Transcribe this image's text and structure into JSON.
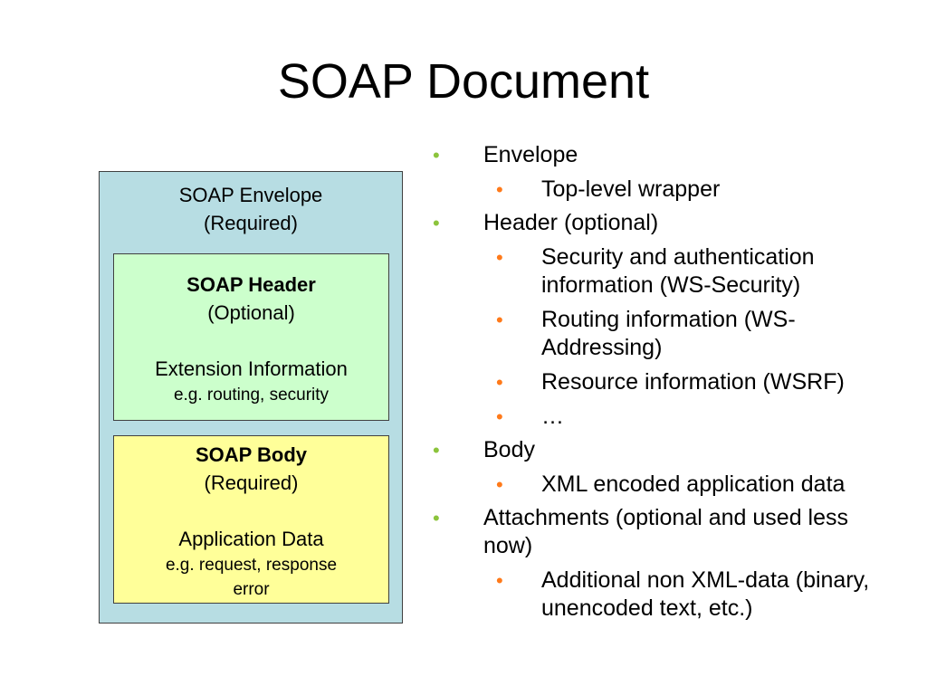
{
  "title": "SOAP Document",
  "colors": {
    "envelope_fill": "#b7dde3",
    "header_fill": "#ccffcc",
    "body_fill": "#ffff99",
    "level1_bullet": "#8cc43c",
    "level2_bullet": "#ff7a1a"
  },
  "diagram": {
    "envelope": {
      "line1": "SOAP Envelope",
      "line2": "(Required)"
    },
    "header": {
      "title": "SOAP Header",
      "subtitle": "(Optional)",
      "line3": "Extension Information",
      "line4": "e.g. routing, security"
    },
    "body": {
      "title": "SOAP Body",
      "subtitle": "(Required)",
      "line3": "Application Data",
      "line4": "e.g. request, response",
      "line5": "error"
    }
  },
  "bullets": {
    "b0": "Envelope",
    "b1": "Top-level wrapper",
    "b2": "Header (optional)",
    "b3": "Security and authentication information (WS-Security)",
    "b4": "Routing information (WS-Addressing)",
    "b5": "Resource information (WSRF)",
    "b6": "…",
    "b7": "Body",
    "b8": "XML encoded application data",
    "b9": "Attachments (optional and used less now)",
    "b10": "Additional non XML-data (binary, unencoded text, etc.)"
  }
}
